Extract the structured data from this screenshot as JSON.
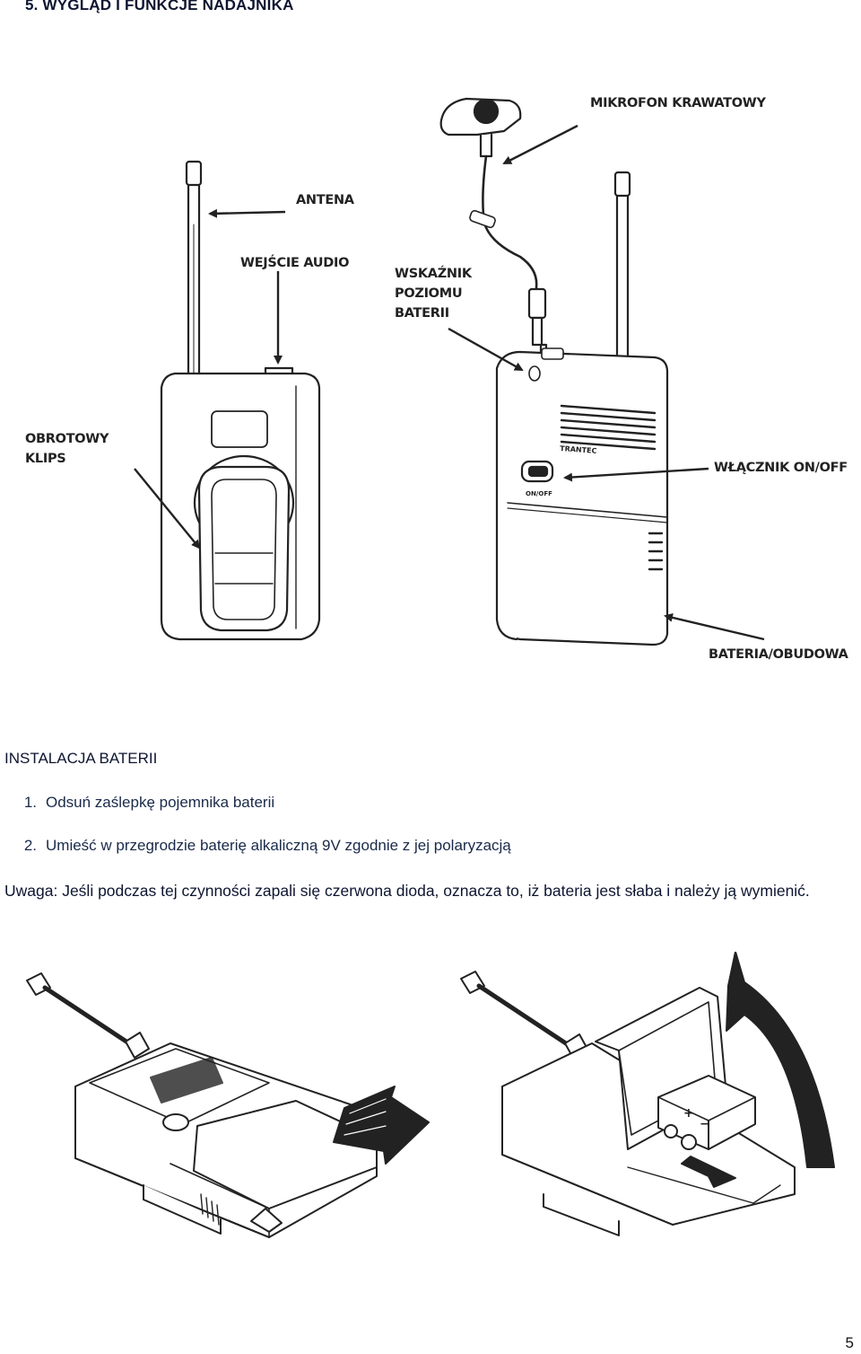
{
  "header": {
    "title": "5.   WYGLĄD I FUNKCJE NADAJNIKA"
  },
  "diagram": {
    "callouts": {
      "mikrofon": "MIKROFON KRAWATOWY",
      "antena": "ANTENA",
      "wejscie": "WEJŚCIE AUDIO",
      "wskaznik": [
        "WSKAŹNIK",
        "POZIOMU",
        "BATERII"
      ],
      "klips": [
        "OBROTOWY",
        "KLIPS"
      ],
      "wlacznik": "WŁĄCZNIK ON/OFF",
      "bateria": "BATERIA/OBUDOWA"
    },
    "device_labels": {
      "brand": "TRANTEC",
      "switch": "ON/OFF"
    }
  },
  "section": {
    "title": "INSTALACJA BATERII",
    "steps": [
      {
        "num": "1.",
        "text": "Odsuń zaślepkę pojemnika baterii"
      },
      {
        "num": "2.",
        "text": "Umieść w przegrodzie baterię alkaliczną 9V zgodnie z jej polaryzacją"
      }
    ],
    "note": "Uwaga: Jeśli podczas tej czynności zapali się  czerwona dioda, oznacza to, iż bateria jest słaba i należy ją wymienić."
  },
  "footer": {
    "page_number": "5"
  }
}
